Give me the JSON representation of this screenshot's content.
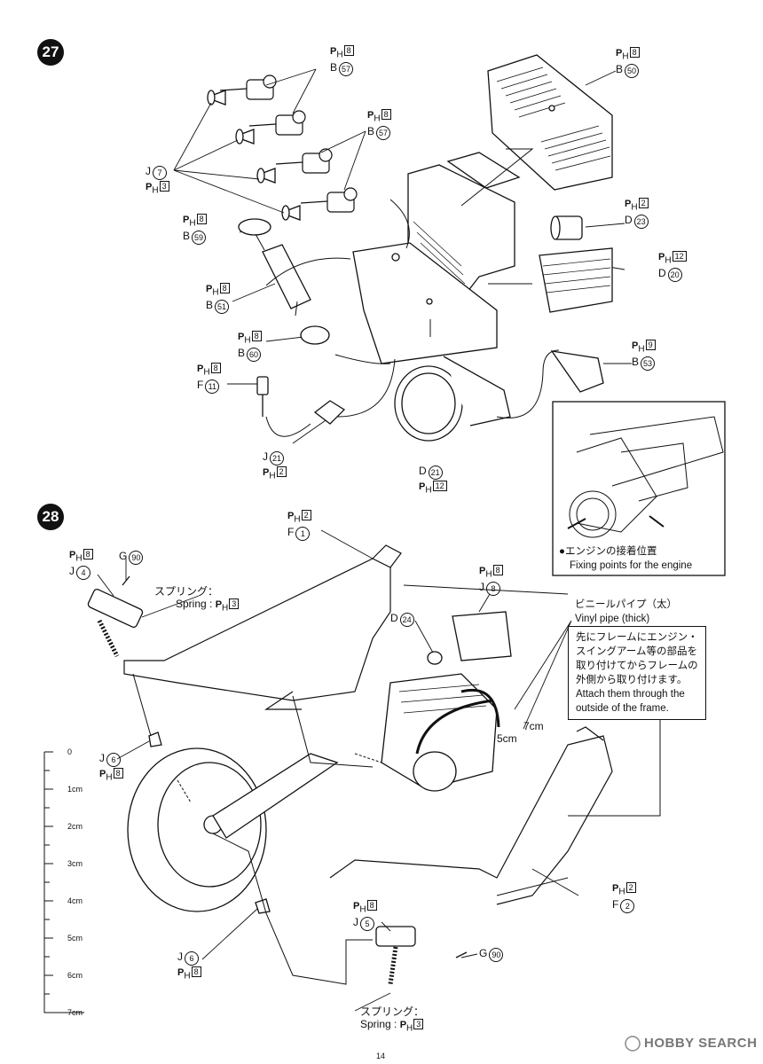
{
  "steps": [
    "27",
    "28"
  ],
  "labels27": [
    {
      "ph": "P",
      "sub": "H",
      "ph_num": "8",
      "letter": "B",
      "num": "57"
    },
    {
      "ph": "P",
      "sub": "H",
      "ph_num": "8",
      "letter": "B",
      "num": "57"
    },
    {
      "ph": "P",
      "sub": "H",
      "ph_num": "8",
      "letter": "B",
      "num": "50"
    },
    {
      "ph": "P",
      "sub": "H",
      "ph_num": "3",
      "letter": "J",
      "num": "7"
    },
    {
      "ph": "P",
      "sub": "H",
      "ph_num": "8",
      "letter": "B",
      "num": "59"
    },
    {
      "ph": "P",
      "sub": "H",
      "ph_num": "2",
      "letter": "D",
      "num": "23"
    },
    {
      "ph": "P",
      "sub": "H",
      "ph_num": "12",
      "letter": "D",
      "num": "20"
    },
    {
      "ph": "P",
      "sub": "H",
      "ph_num": "8",
      "letter": "B",
      "num": "51"
    },
    {
      "ph": "P",
      "sub": "H",
      "ph_num": "8",
      "letter": "B",
      "num": "60"
    },
    {
      "ph": "P",
      "sub": "H",
      "ph_num": "9",
      "letter": "B",
      "num": "53"
    },
    {
      "ph": "P",
      "sub": "H",
      "ph_num": "8",
      "letter": "F",
      "num": "11"
    },
    {
      "ph": "P",
      "sub": "H",
      "ph_num": "2",
      "letter": "J",
      "num": "21"
    },
    {
      "ph": "P",
      "sub": "H",
      "ph_num": "12",
      "letter": "D",
      "num": "21"
    }
  ],
  "labels28": [
    {
      "ph": "P",
      "sub": "H",
      "ph_num": "2",
      "letter": "F",
      "num": "1"
    },
    {
      "ph": "P",
      "sub": "H",
      "ph_num": "8",
      "letter": "J",
      "num": "4"
    },
    {
      "letter": "G",
      "num": "90"
    },
    {
      "ph": "P",
      "sub": "H",
      "ph_num": "8",
      "letter": "J",
      "num": "8"
    },
    {
      "letter": "D",
      "num": "24"
    },
    {
      "ph": "P",
      "sub": "H",
      "ph_num": "8",
      "letter": "J",
      "num": "6"
    },
    {
      "ph": "P",
      "sub": "H",
      "ph_num": "2",
      "letter": "F",
      "num": "2"
    },
    {
      "ph": "P",
      "sub": "H",
      "ph_num": "8",
      "letter": "J",
      "num": "5"
    },
    {
      "letter": "G",
      "num": "90"
    },
    {
      "ph": "P",
      "sub": "H",
      "ph_num": "8",
      "letter": "J",
      "num": "6"
    }
  ],
  "spring_top": {
    "jp": "スプリング：",
    "en": "Spring :",
    "ph": "P",
    "sub": "H",
    "ph_num": "3"
  },
  "spring_bottom": {
    "jp": "スプリング：",
    "en": "Spring :",
    "ph": "P",
    "sub": "H",
    "ph_num": "3"
  },
  "inset": {
    "jp": "●エンジンの接着位置",
    "en": "Fixing points for the engine"
  },
  "vinyl": {
    "jp": "ビニールパイプ（太）",
    "en": "Vinyl pipe (thick)"
  },
  "instruction": {
    "jp_lines": [
      "先にフレームにエンジン・",
      "スイングアーム等の部品を",
      "取り付けてからフレームの",
      "外側から取り付けます。"
    ],
    "en_lines": [
      "Attach them through the",
      "outside of the frame."
    ]
  },
  "pipe_lengths": [
    "7cm",
    "5cm"
  ],
  "ruler": [
    "0",
    "1cm",
    "2cm",
    "3cm",
    "4cm",
    "5cm",
    "6cm",
    "7cm"
  ],
  "page_number": "14",
  "watermark": "HOBBY SEARCH"
}
